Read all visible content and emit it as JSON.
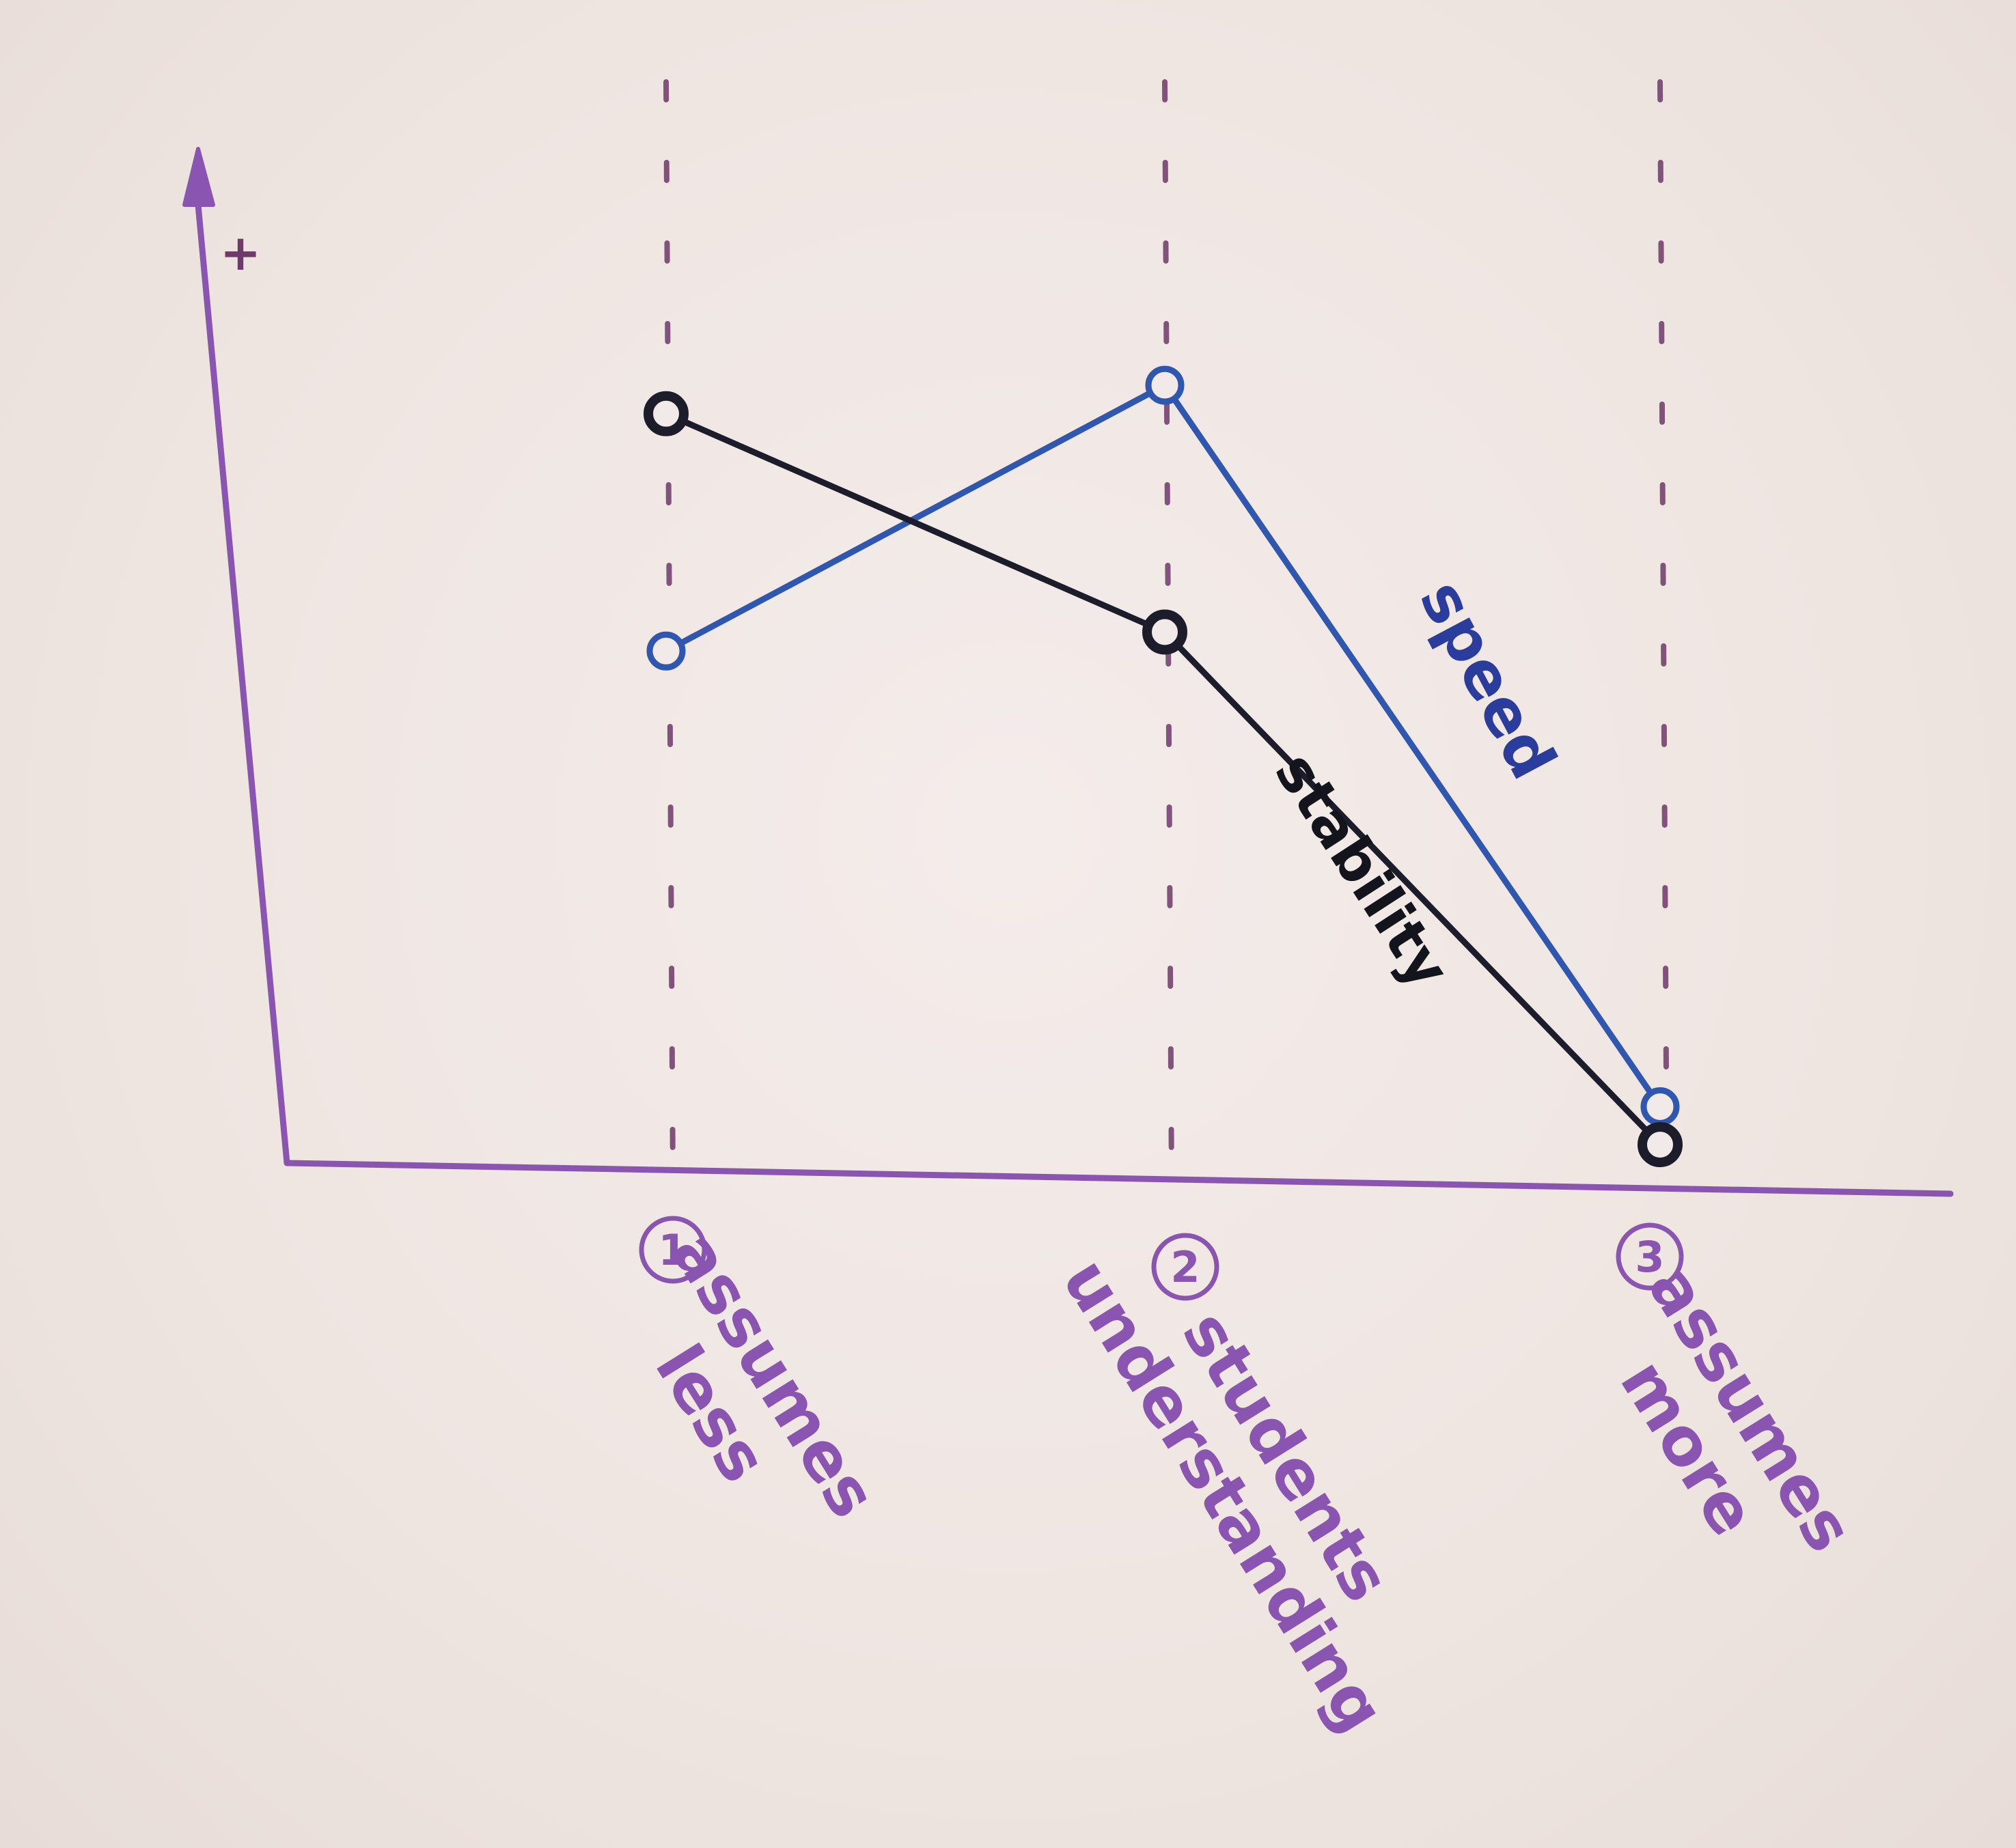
{
  "chart_data": {
    "type": "line",
    "ylabel": "+",
    "categories": [
      {
        "number": "1",
        "label": [
          "assumes",
          "less"
        ]
      },
      {
        "number": "2",
        "label": [
          "students",
          "understanding"
        ]
      },
      {
        "number": "3",
        "label": [
          "assumes",
          "more"
        ]
      }
    ],
    "x": [
      1,
      2,
      3
    ],
    "ylim": [
      0,
      1
    ],
    "series": [
      {
        "name": "speed",
        "values": [
          0.53,
          0.81,
          0.05
        ],
        "color": "#2f57b0",
        "label_color": "#2a3c9c"
      },
      {
        "name": "stability",
        "values": [
          0.78,
          0.55,
          0.01
        ],
        "color": "#1c1c2a",
        "label_color": "#14141c"
      }
    ],
    "colors": {
      "axis": "#8a55b0",
      "guide": "#6e3a6a",
      "category_text": "#8a55b0"
    }
  }
}
